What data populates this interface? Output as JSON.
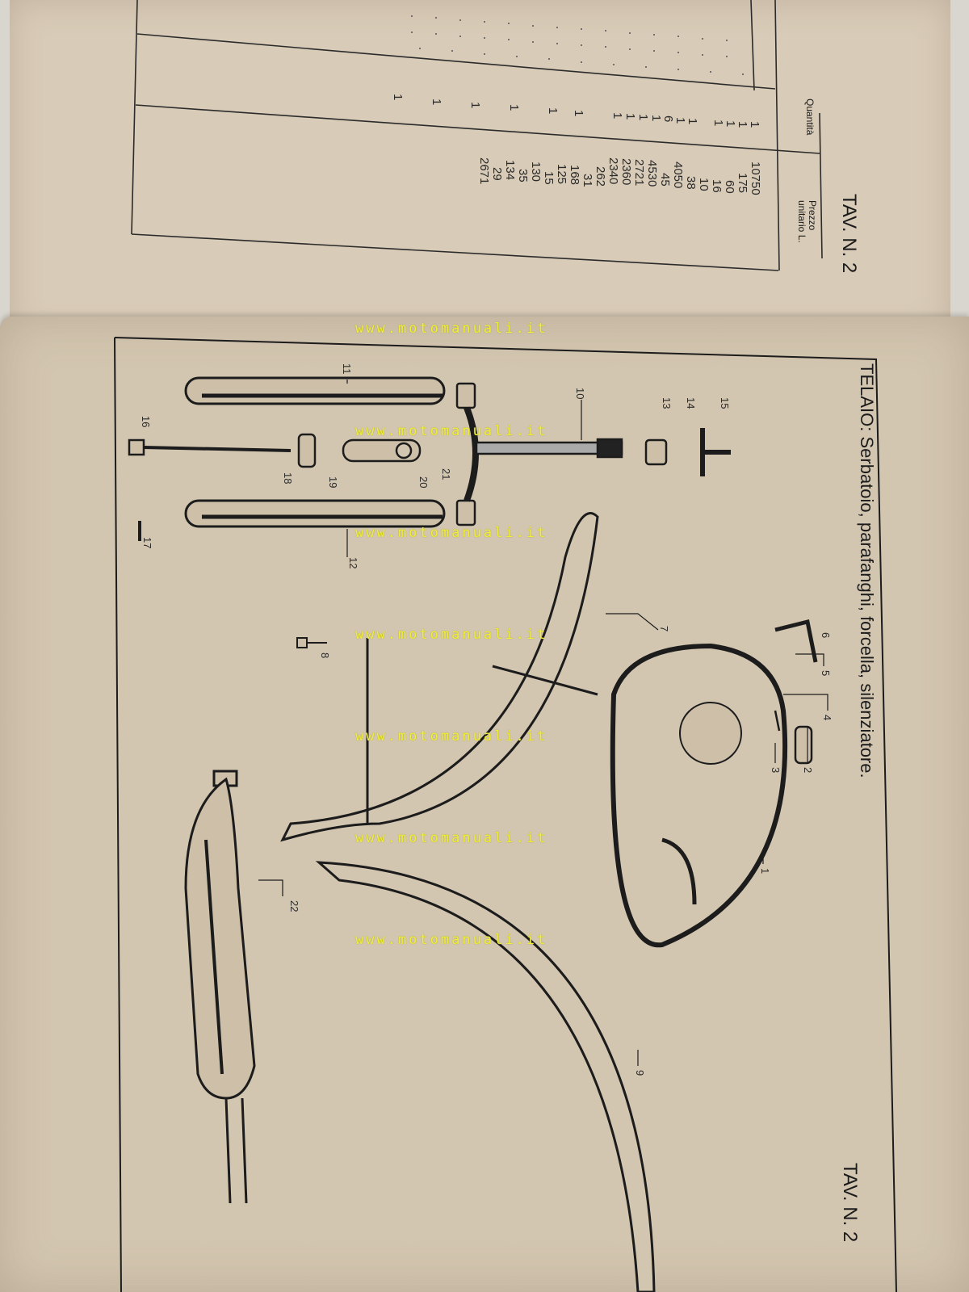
{
  "top_page": {
    "plate": "TAV. N. 2",
    "col_qty_header": "Quantità",
    "col_price_header": "Prezzo unitario L.",
    "quantities": [
      "1",
      "1",
      "1",
      "1",
      "1",
      "1",
      "6",
      "1",
      "1",
      "1",
      "1",
      "1",
      "1",
      "1",
      "1",
      "1",
      "1"
    ],
    "prices": [
      "10750",
      "175",
      "60",
      "16",
      "10",
      "38",
      "4050",
      "45",
      "4530",
      "2721",
      "2360",
      "2340",
      "262",
      "31",
      "168",
      "125",
      "15",
      "130",
      "35",
      "134",
      "29",
      "2671"
    ]
  },
  "bottom_page": {
    "title": "TELAIO: Serbatoio, parafanghi, forcella, silenziatore.",
    "plate": "TAV. N. 2",
    "callouts": [
      "1",
      "2",
      "3",
      "4",
      "5",
      "6",
      "7",
      "8",
      "9",
      "10",
      "11",
      "12",
      "13",
      "14",
      "15",
      "16",
      "17",
      "18",
      "19",
      "20",
      "21",
      "22"
    ]
  },
  "watermark": "www.motomanuali.it"
}
